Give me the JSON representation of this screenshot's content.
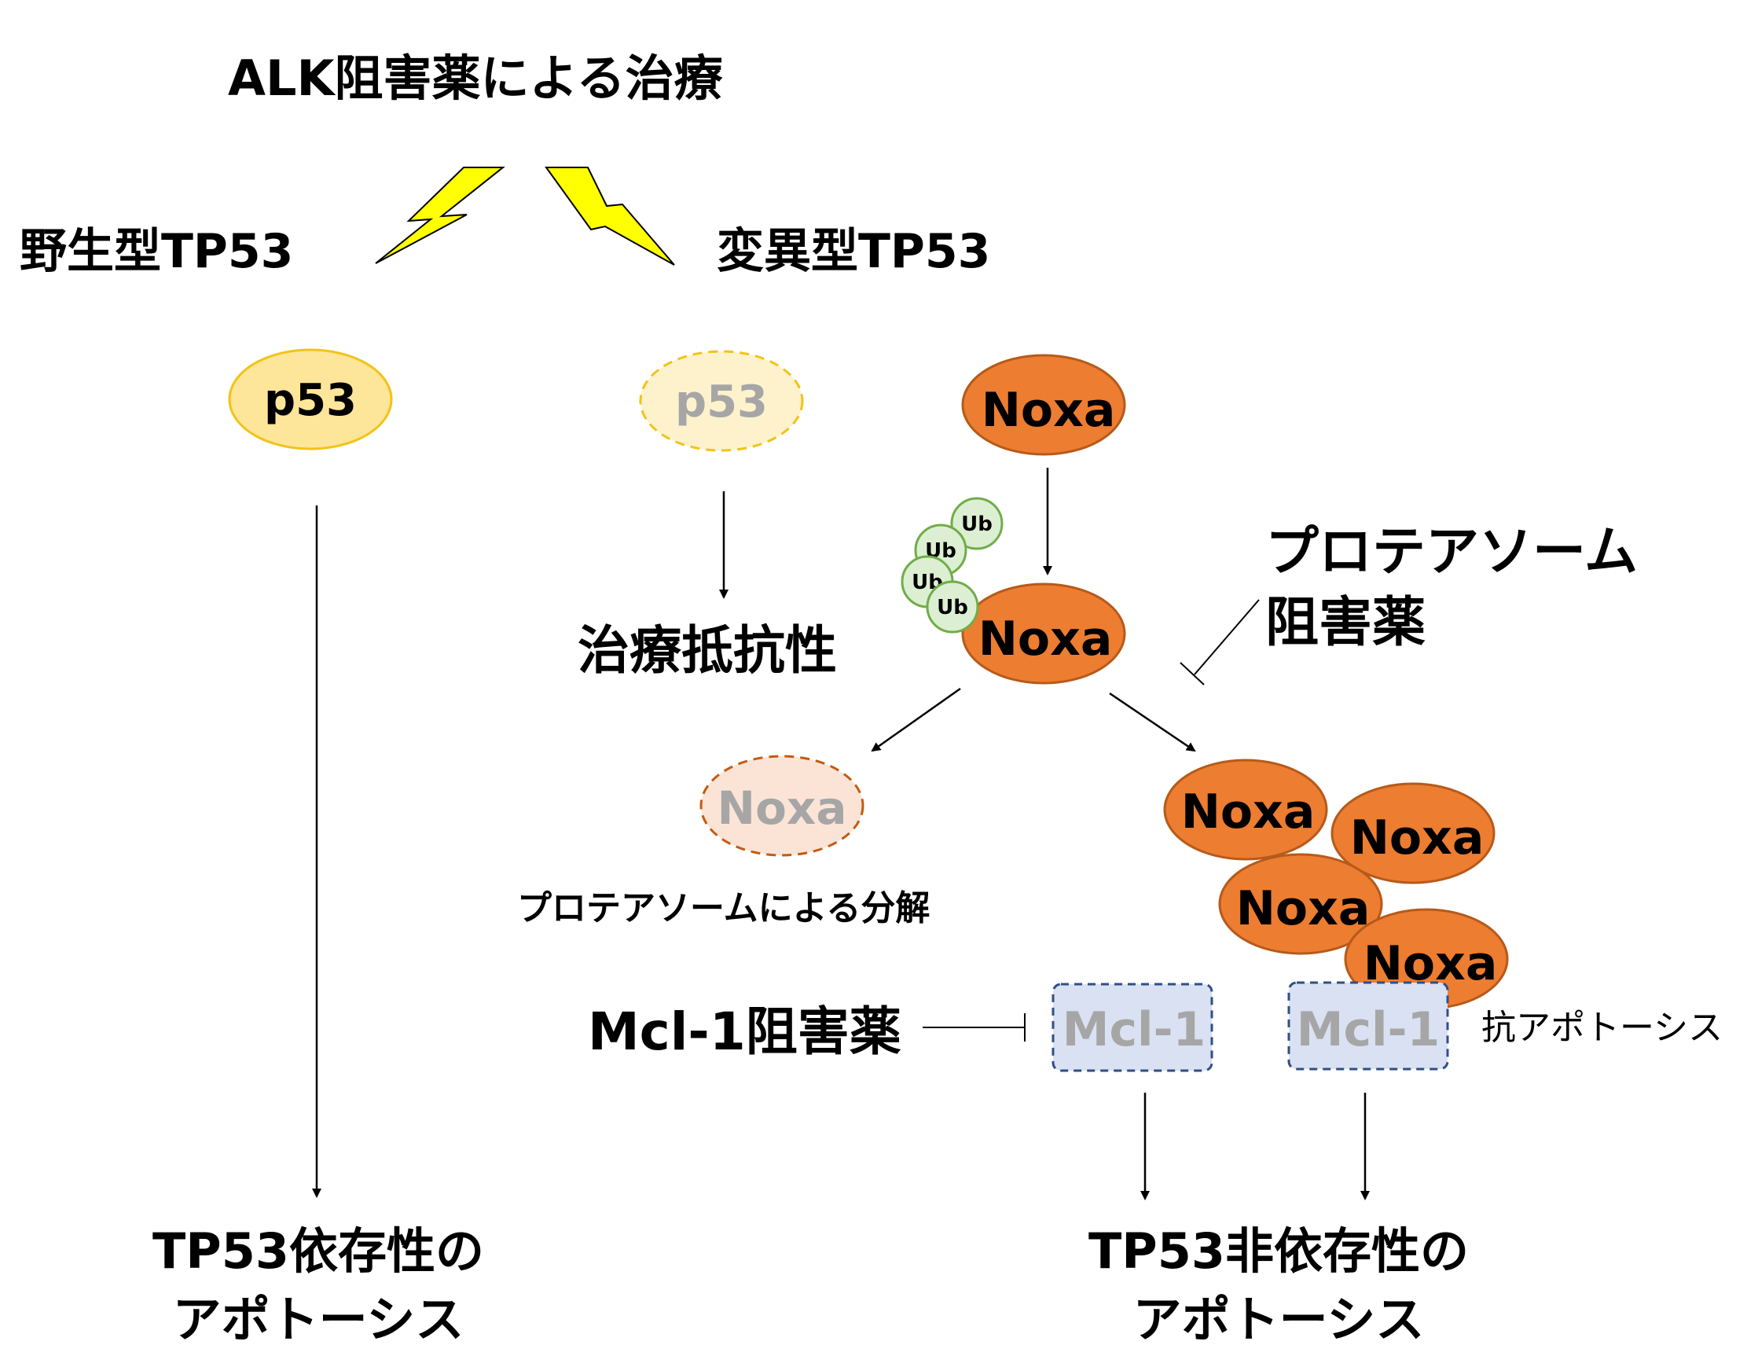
{
  "title": "ALK阻害薬による治療",
  "left_branch": {
    "label": "野生型TP53",
    "node": "p53",
    "outcome_line1": "TP53依存性の",
    "outcome_line2": "アポトーシス"
  },
  "right_branch": {
    "label": "変異型TP53",
    "faded_node": "p53",
    "resistance": "治療抵抗性",
    "noxa_top": "Noxa",
    "noxa_ub": "Noxa",
    "ub_tags": [
      "Ub",
      "Ub",
      "Ub",
      "Ub"
    ],
    "proteasome_inhibitor_line1": "プロテアソーム",
    "proteasome_inhibitor_line2": "阻害薬",
    "degraded_noxa": "Noxa",
    "degradation_label": "プロテアソームによる分解",
    "accumulated_noxa": [
      "Noxa",
      "Noxa",
      "Noxa",
      "Noxa"
    ],
    "mcl1_inhibitor": "Mcl-1阻害薬",
    "mcl1_left": "Mcl-1",
    "mcl1_right": "Mcl-1",
    "anti_apoptosis": "抗アポトーシス",
    "outcome_line1": "TP53非依存性の",
    "outcome_line2": "アポトーシス"
  },
  "colors": {
    "p53_fill": "#FDE699",
    "p53_stroke": "#F2C318",
    "noxa_fill": "#ED7D31",
    "noxa_stroke": "#B65A1A",
    "faded_noxa_fill": "#FBE4D6",
    "ub_fill": "#DCEFD3",
    "ub_stroke": "#70AD47",
    "mcl1_fill": "#D9E1F2",
    "mcl1_stroke": "#2F4F86",
    "lightning_fill": "#FFFF00",
    "faded_text": "#A6A6A6"
  }
}
